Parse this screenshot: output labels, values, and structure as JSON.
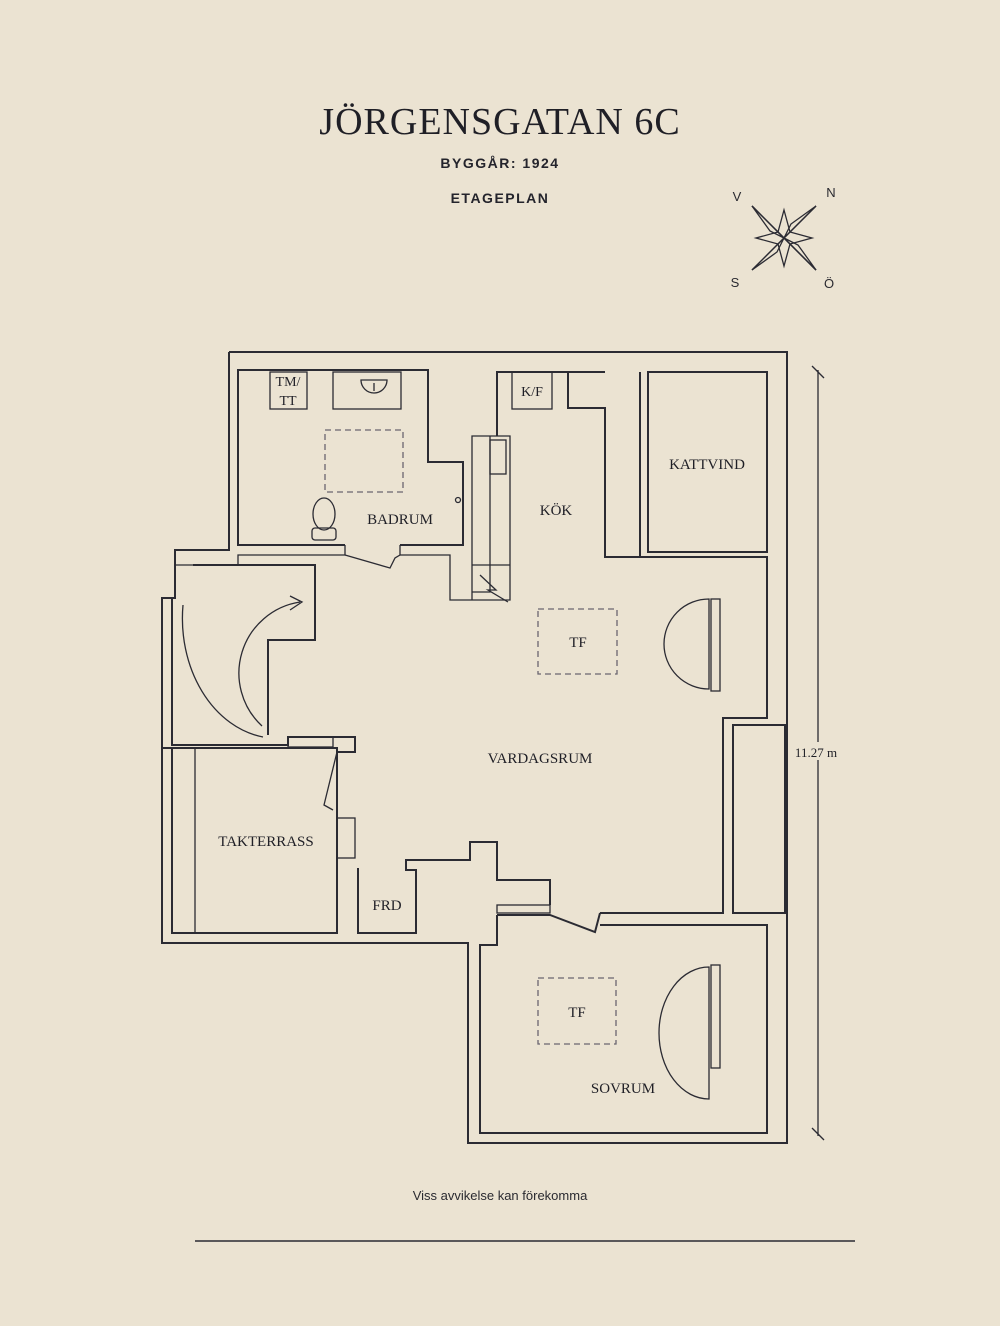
{
  "header": {
    "title": "JÖRGENSGATAN 6C",
    "build_year": "BYGGÅR: 1924",
    "plan_type": "ETAGEPLAN"
  },
  "compass": {
    "west": "V",
    "north": "N",
    "south": "S",
    "east": "Ö"
  },
  "rooms": {
    "wm_dryer": "TM/",
    "wm_dryer_2": "TT",
    "fridge": "K/F",
    "bathroom": "BADRUM",
    "kitchen": "KÖK",
    "attic": "KATTVIND",
    "skylight_1": "TF",
    "living": "VARDAGSRUM",
    "terrace": "TAKTERRASS",
    "storage": "FRD",
    "skylight_2": "TF",
    "bedroom": "SOVRUM"
  },
  "dimension": "11.27 m",
  "footer": "Viss avvikelse kan förekomma"
}
